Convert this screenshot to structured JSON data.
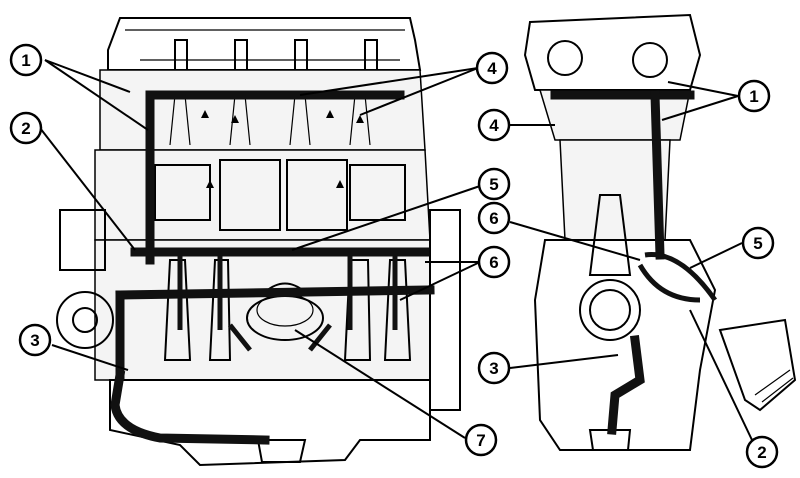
{
  "diagram": {
    "views": [
      {
        "id": "front",
        "label": ""
      },
      {
        "id": "side",
        "label": ""
      }
    ],
    "callouts": [
      {
        "id": "front-1",
        "number": "1"
      },
      {
        "id": "front-2",
        "number": "2"
      },
      {
        "id": "front-3",
        "number": "3"
      },
      {
        "id": "front-4",
        "number": "4"
      },
      {
        "id": "front-5",
        "number": "5"
      },
      {
        "id": "front-6",
        "number": "6"
      },
      {
        "id": "front-7",
        "number": "7"
      },
      {
        "id": "side-1",
        "number": "1"
      },
      {
        "id": "side-2",
        "number": "2"
      },
      {
        "id": "side-3",
        "number": "3"
      },
      {
        "id": "side-4",
        "number": "4"
      },
      {
        "id": "side-5",
        "number": "5"
      },
      {
        "id": "side-6",
        "number": "6"
      }
    ],
    "colors": {
      "line": "#000000",
      "oil_passage": "#111111",
      "background": "#ffffff"
    }
  }
}
